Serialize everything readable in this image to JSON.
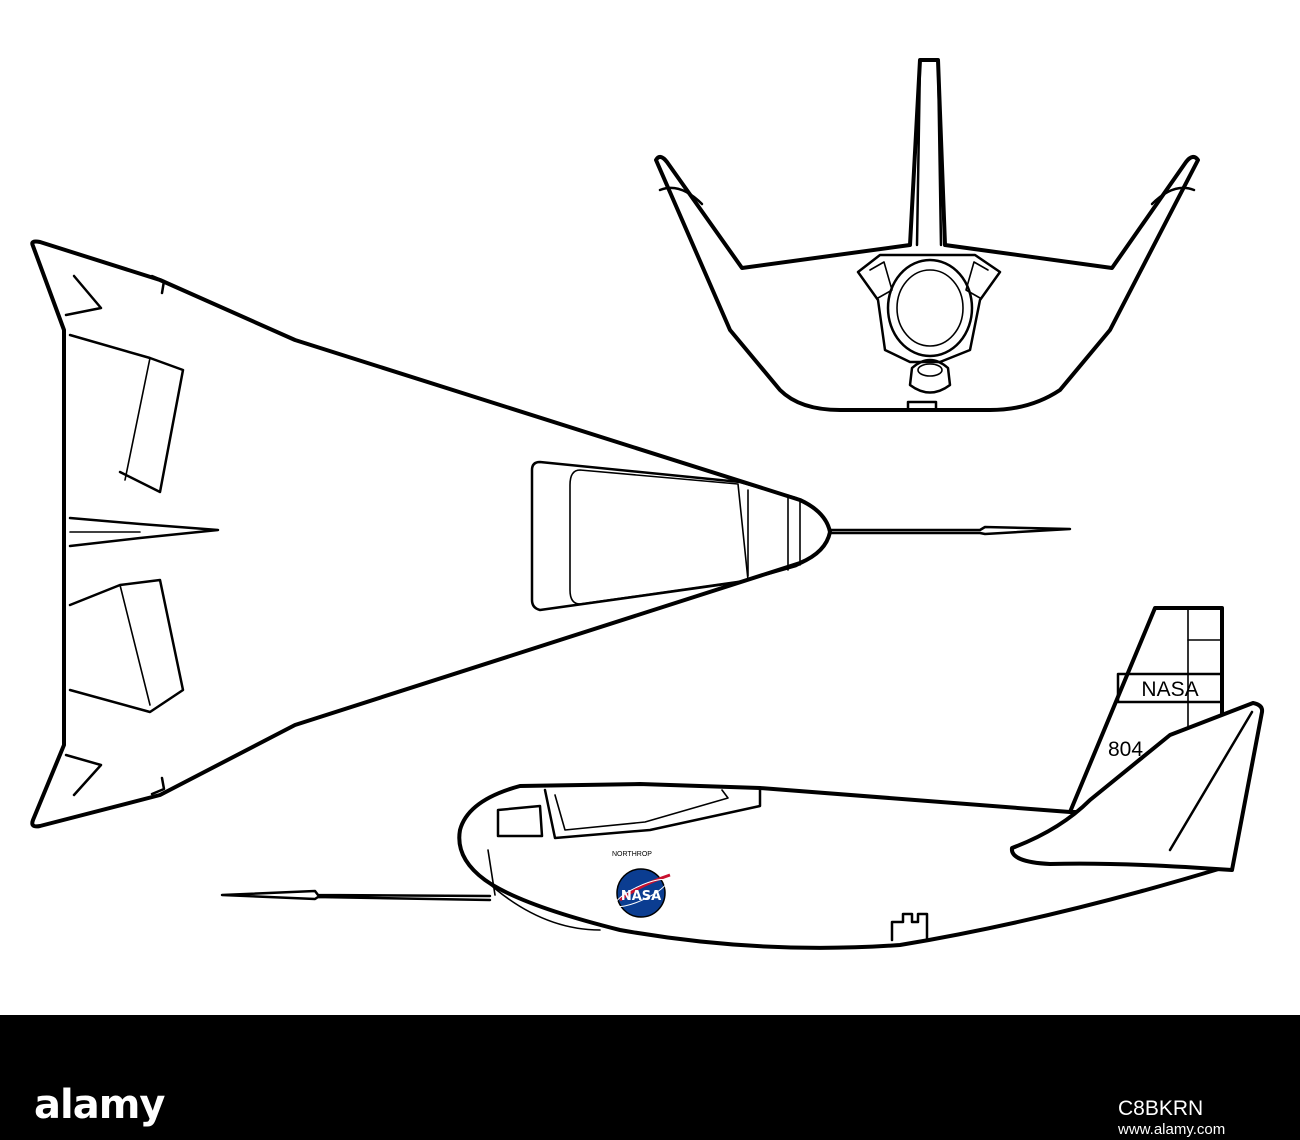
{
  "drawing": {
    "tail_marking": "NASA",
    "tail_number": "804",
    "maker_marking": "NORTHROP",
    "insignia_text": "NASA"
  },
  "footer": {
    "logo_text": "alamy",
    "image_id": "C8BKRN",
    "site": "www.alamy.com"
  },
  "colors": {
    "background": "#ffffff",
    "line": "#000000",
    "footer": "#000000",
    "insignia_blue": "#0b3d91",
    "footer_text": "#ffffff"
  }
}
